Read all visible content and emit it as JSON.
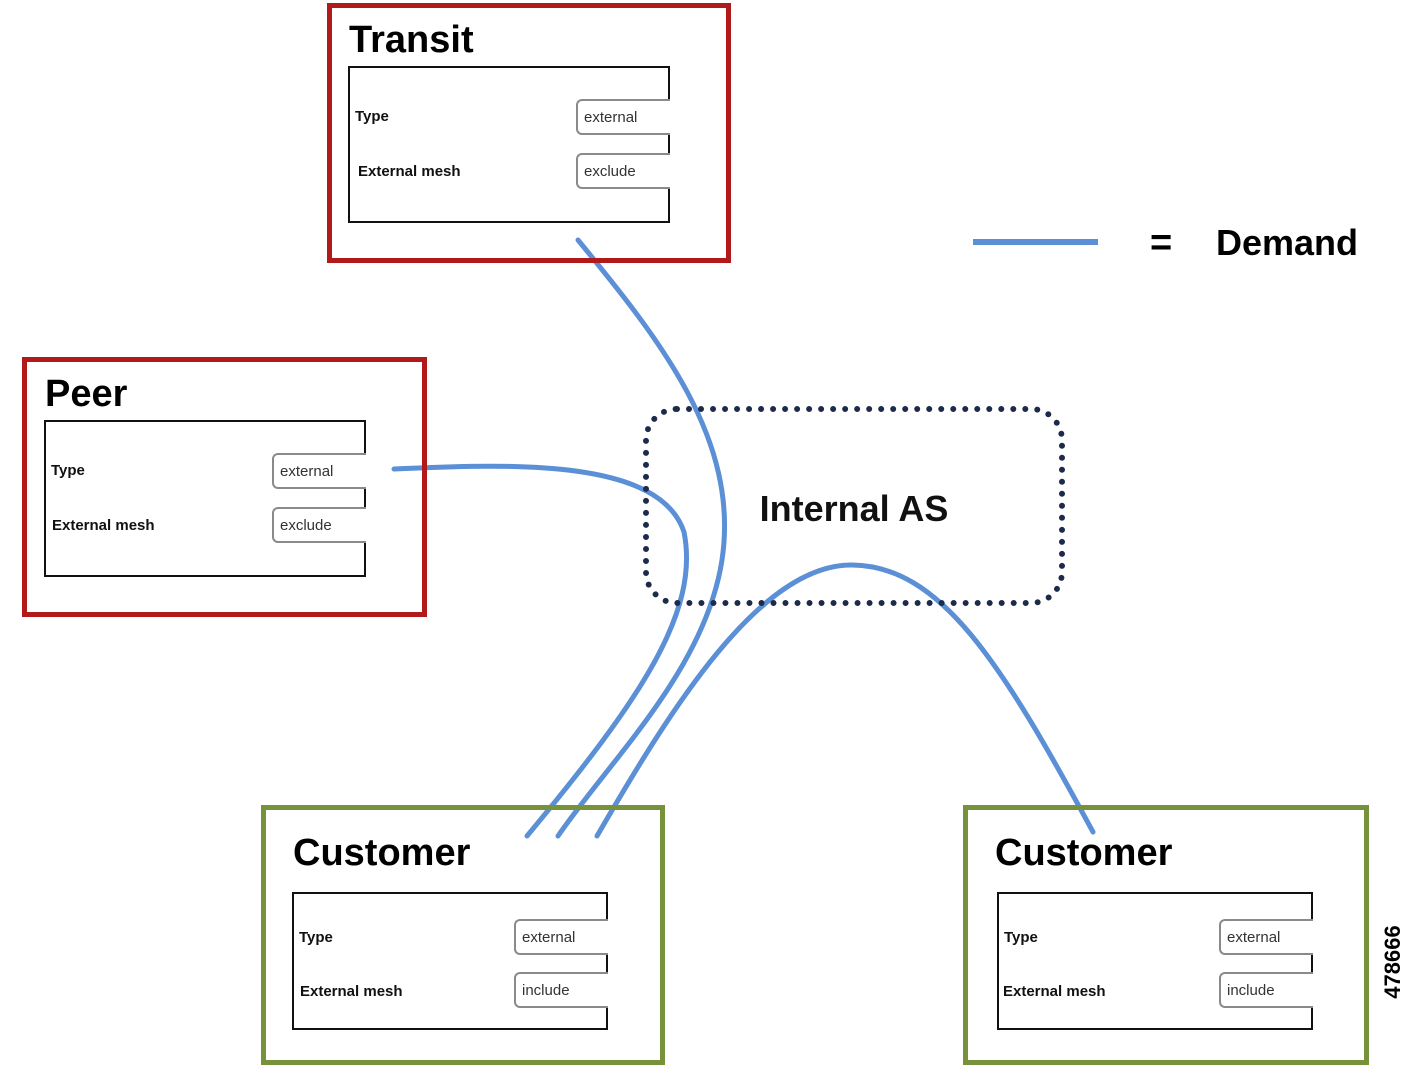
{
  "colors": {
    "red_border": "#b11a1a",
    "green_border": "#77923a",
    "demand_line": "#5b8fd6",
    "internal_as_border": "#1c2b4a"
  },
  "nodes": {
    "transit": {
      "title": "Transit",
      "type_label": "Type",
      "type_value": "external",
      "mesh_label": "External mesh",
      "mesh_value": "exclude"
    },
    "peer": {
      "title": "Peer",
      "type_label": "Type",
      "type_value": "external",
      "mesh_label": "External mesh",
      "mesh_value": "exclude"
    },
    "customer_left": {
      "title": "Customer",
      "type_label": "Type",
      "type_value": "external",
      "mesh_label": "External mesh",
      "mesh_value": "include"
    },
    "customer_right": {
      "title": "Customer",
      "type_label": "Type",
      "type_value": "external",
      "mesh_label": "External mesh",
      "mesh_value": "include"
    }
  },
  "internal_as": {
    "label": "Internal AS"
  },
  "legend": {
    "equals": "=",
    "label": "Demand"
  },
  "figure_id": "478666"
}
